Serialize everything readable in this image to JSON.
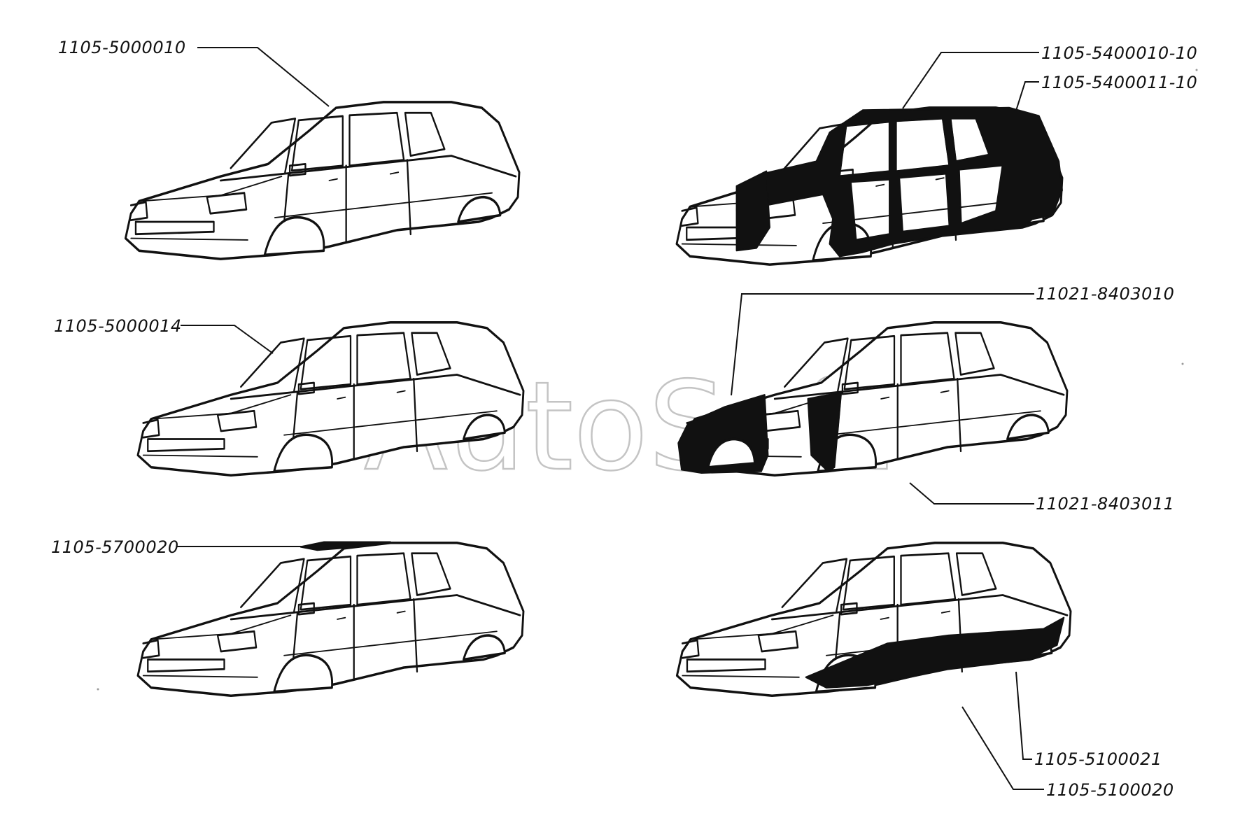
{
  "watermark": "AutoSoft",
  "parts": [
    {
      "label": "1105-5000010"
    },
    {
      "label": "1105-5400010-10"
    },
    {
      "label": "1105-5400011-10"
    },
    {
      "label": "1105-5000014"
    },
    {
      "label": "11021-8403010"
    },
    {
      "label": "11021-8403011"
    },
    {
      "label": "1105-5700020"
    },
    {
      "label": "1105-5100021"
    },
    {
      "label": "1105-5100020"
    }
  ],
  "colors": {
    "ink": "#111111",
    "paper": "#ffffff",
    "watermark": "#c4c4c4"
  }
}
